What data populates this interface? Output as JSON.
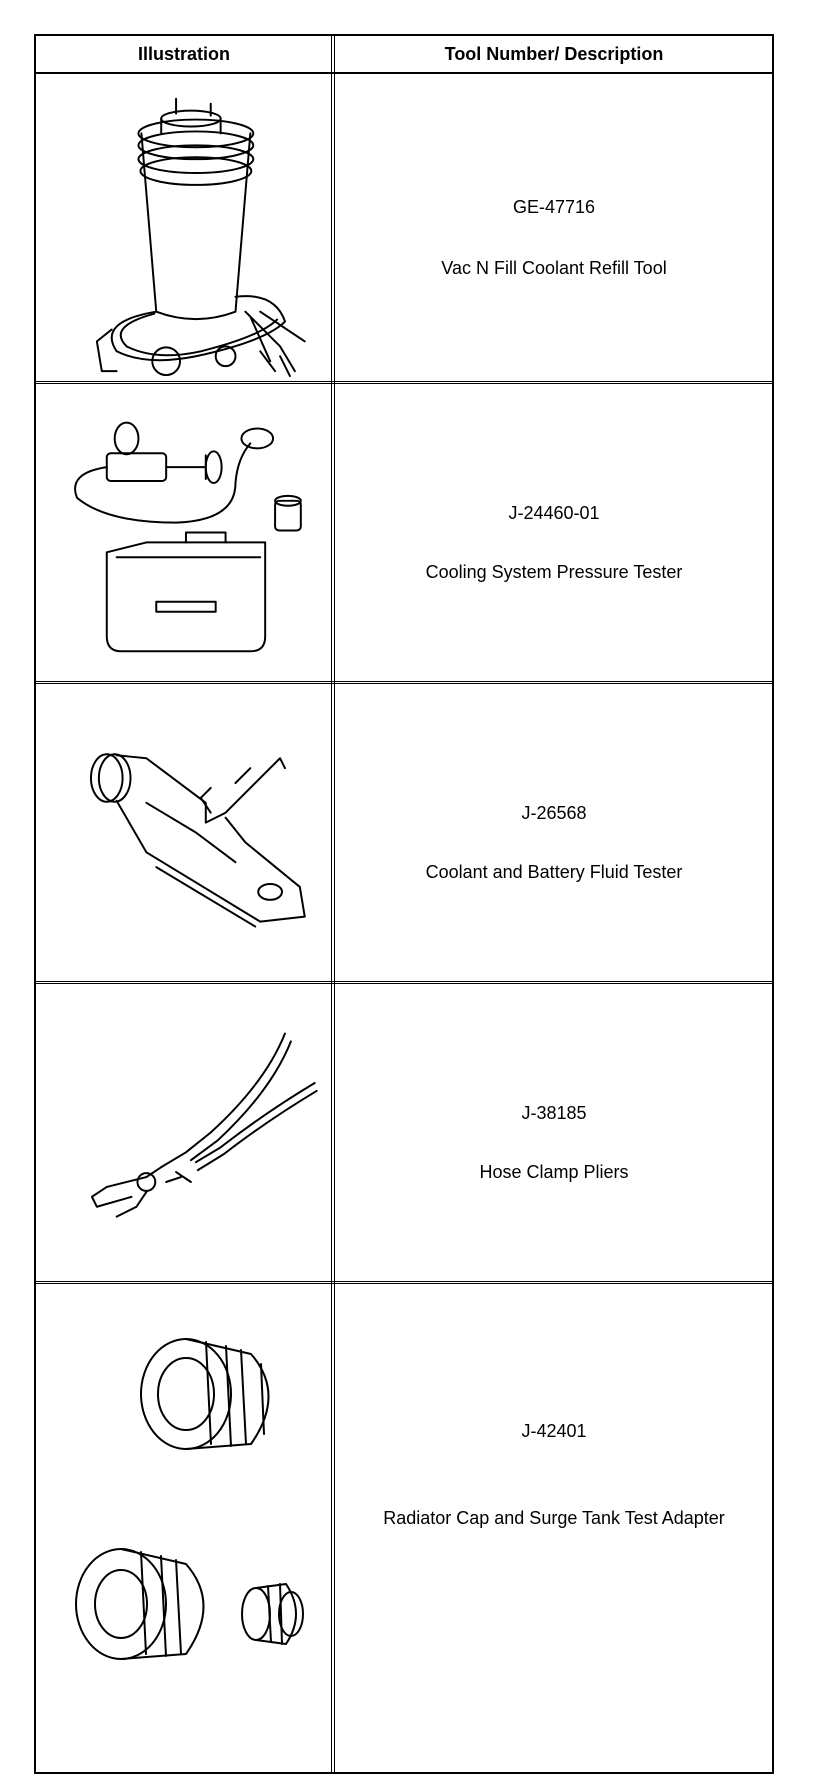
{
  "header": {
    "illustration": "Illustration",
    "description": "Tool Number/ Description"
  },
  "tools": [
    {
      "number": "GE-47716",
      "name": "Vac N Fill Coolant Refill Tool",
      "icon": "coolant-refill-tool-icon"
    },
    {
      "number": "J-24460-01",
      "name": "Cooling System Pressure Tester",
      "icon": "pressure-tester-icon"
    },
    {
      "number": "J-26568",
      "name": "Coolant and Battery Fluid Tester",
      "icon": "fluid-tester-icon"
    },
    {
      "number": "J-38185",
      "name": "Hose Clamp Pliers",
      "icon": "hose-clamp-pliers-icon"
    },
    {
      "number": "J-42401",
      "name": "Radiator Cap and Surge Tank Test Adapter",
      "icon": "test-adapter-icon"
    }
  ]
}
